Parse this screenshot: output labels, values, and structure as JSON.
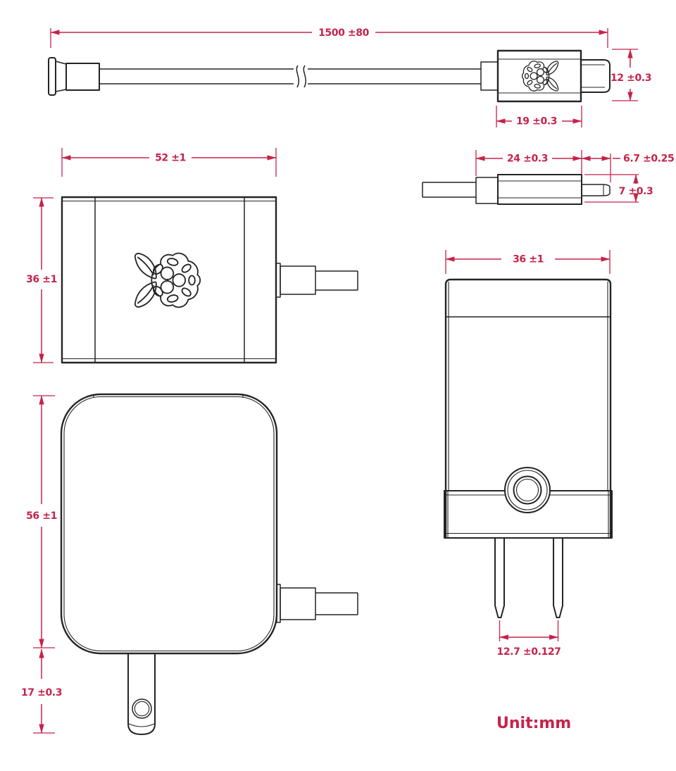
{
  "drawing": {
    "unit_note": "Unit:mm",
    "colors": {
      "dimension_red": "#C5234B",
      "outline_black": "#242424",
      "background": "#ffffff"
    },
    "icons": {
      "logo": "raspberry-pi-logo"
    },
    "views": {
      "cable": {
        "length": "1500 ±80",
        "connector_height": "12 ±0.3",
        "connector_length": "19 ±0.3"
      },
      "connector_detail": {
        "body_length": "24 ±0.3",
        "tip_length": "6.7 ±0.25",
        "body_height": "7 ±0.3"
      },
      "body_top": {
        "width": "52 ±1",
        "depth": "36 ±1"
      },
      "body_face": {
        "height": "56 ±1",
        "prong_length": "17 ±0.3"
      },
      "plug_front": {
        "width": "36 ±1",
        "prong_pitch": "12.7 ±0.127"
      }
    }
  }
}
